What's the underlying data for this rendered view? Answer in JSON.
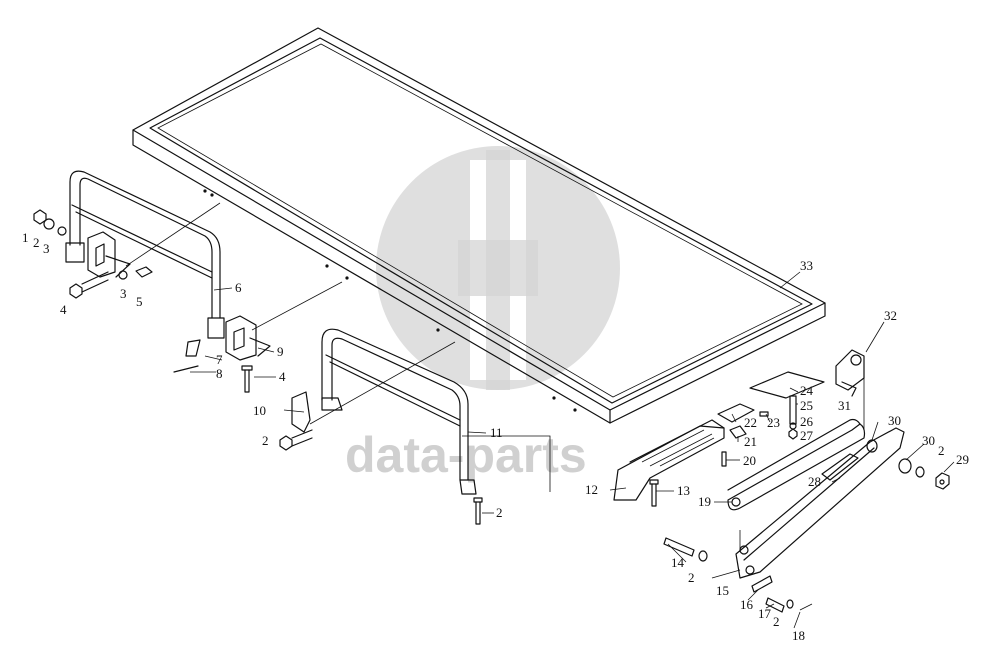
{
  "watermark": {
    "text": "data-parts",
    "color": "#cfcfcf"
  },
  "callouts": {
    "c1": "1",
    "c2a": "2",
    "c3a": "3",
    "c4a": "4",
    "c3b": "3",
    "c5": "5",
    "c6": "6",
    "c7": "7",
    "c8": "8",
    "c9": "9",
    "c4b": "4",
    "c10": "10",
    "c2b": "2",
    "c11": "11",
    "c2c": "2",
    "c12": "12",
    "c13": "13",
    "c33": "33",
    "c32": "32",
    "c31": "31",
    "c24": "24",
    "c25": "25",
    "c23": "23",
    "c22": "22",
    "c26": "26",
    "c27": "27",
    "c21": "21",
    "c20": "20",
    "c30a": "30",
    "c30b": "30",
    "c2d": "2",
    "c29": "29",
    "c28": "28",
    "c19": "19",
    "c14": "14",
    "c2e": "2",
    "c15": "15",
    "c16": "16",
    "c17": "17",
    "c2f": "2",
    "c18": "18"
  }
}
